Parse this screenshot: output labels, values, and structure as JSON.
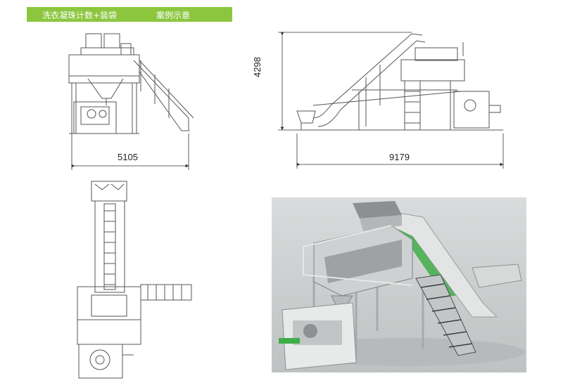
{
  "banner": {
    "title": "洗衣凝珠计数+装袋",
    "subtitle": "案例示意"
  },
  "dimensions": {
    "front_width": "5105",
    "height": "4298",
    "side_width": "9179"
  },
  "colors": {
    "banner": "#8cc63f",
    "line": "#555555",
    "accent_green": "#3fae49"
  }
}
